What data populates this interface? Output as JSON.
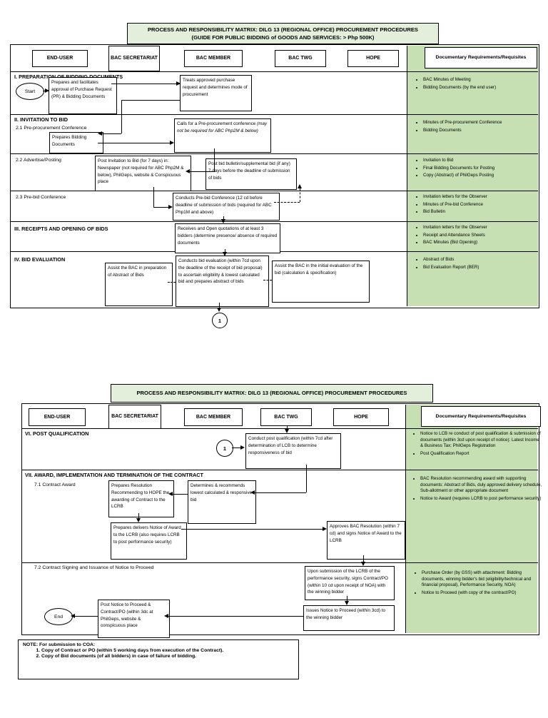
{
  "colors": {
    "requirements_column_fill": "#c6e0b4",
    "title_fill": "#e3efda",
    "line_color": "#000000"
  },
  "p1": {
    "title1": "PROCESS AND RESPONSIBILITY MATRIX: DILG 13 (REGIONAL OFFICE) PROCUREMENT PROCEDURES",
    "title2": "(GUIDE FOR PUBLIC BIDDING of GOODS AND SERVICES: > Php 500K)",
    "headers": {
      "end_user": "END-USER",
      "bac_secretariat": "BAC SECRETARIAT",
      "bac_member": "BAC MEMBER",
      "bac_twg": "BAC TWG",
      "hope": "HOPE",
      "doc_req": "Documentary Requirements/Requisites"
    },
    "sections": {
      "s1": "I.   PREPARATION OF BIDDING DOCUMENTS",
      "s2": "II.   INVITATION TO BID",
      "s21": "2.1  Pre-procurement Conference",
      "s22": "2.2  Advertise/Posting",
      "s23": "2.3  Pre-bid Conference",
      "s3": "III.  RECEIPTS AND OPENING OF BIDS",
      "s4": "IV.  BID EVALUATION"
    },
    "start_label": "Start",
    "connector1": "1",
    "boxes": {
      "b1": "Prepares and facilitates approval of Purchase Request (PR) & Bidding Documents",
      "b2": "Treats approved purchase request and determines mode of procurement",
      "b3": "Prepares Bidding Documents",
      "b4a": "Calls for a Pre-procurement conference ",
      "b4b": "(may not be required for ABC Php2M & below)",
      "b5": "Post Invitation to Bid (for 7 days) in: Newspaper (not required for ABC Php2M & below), PhilGeps, website & Conspicuous place",
      "b6": "Post bid bulletin/supplemental bid (if any) 7 days before the deadline of submission of bids",
      "b7": "Conducts Pre-bid Conference (12 cd before deadline of submission of bids (required for ABC Php1M and above)",
      "b8": "Receives and Open quotations of at least 3 bidders (determine presence/ absence of required documents",
      "b9": "Assist the BAC in preparation of Abstract of Bids",
      "b10": "Conducts bid evaluation (within 7cd upon the deadline of the receipt of bid proposal) to ascertain eligibility & lowest calculated bid and prepares abstract of bids",
      "b11": "Assist the BAC in the initial evaluation of the bid (calculation & specification)"
    },
    "reqs": {
      "r1": [
        "BAC Minutes of Meeting",
        "Bidding Documents (by the end user)"
      ],
      "r2": [
        "Minutes of Pre-procurement Conference",
        "Bidding Documents"
      ],
      "r3": [
        "Invitation to Bid",
        "Final Bidding Documents for Posting",
        "Copy (Abstract) of PhilGeps Posting"
      ],
      "r4": [
        "Invitation letters for the Observer",
        "Minutes of Pre-bid Conference",
        "Bid Bulletin"
      ],
      "r5": [
        "Invitation letters for the Observer",
        "Receipt and Attendance Sheets",
        "BAC Minutes (Bid Opening)"
      ],
      "r6": [
        "Abstract of Bids",
        "Bid Evaluation Report (BER)"
      ]
    }
  },
  "p2": {
    "title": "PROCESS AND RESPONSIBILITY MATRIX: DILG 13 (REGIONAL OFFICE) PROCUREMENT PROCEDURES",
    "headers": {
      "end_user": "END-USER",
      "bac_secretariat": "BAC SECRETARIAT",
      "bac_member": "BAC MEMBER",
      "bac_twg": "BAC TWG",
      "hope": "HOPE",
      "doc_req": "Documentary Requirements/Requisites"
    },
    "sections": {
      "s6": "VI.  POST QUALIFICATION",
      "s7": "VII. AWARD, IMPLEMENTATION AND TERMINATION OF THE CONTRACT",
      "s71": "7.1  Contract Award",
      "s72": "7.2  Contract Signing and Issuance of Notice to Proceed"
    },
    "connector1": "1",
    "end_label": "End",
    "boxes": {
      "c1": "Conduct post qualification (within 7cd after determination of LCB to determine responsiveness of bid",
      "c2": "Prepares Resolution Recommending to HOPE the awarding of Contract to the LCRB",
      "c3": "Determines & recommends lowest calculated & responsive bid",
      "c4": "Prepares delivers Notice of Award to the LCRB (also requires LCRB to post performance security)",
      "c5": "Approves BAC Resolution (within 7 cd) and signs Notice of Award to the LCRB",
      "c6": "Upon submission of the LCRB of the performance security, signs Contract/PO (within 10 cd upon receipt of NOA) with the winning bidder",
      "c7": "Issues Notice to Proceed (within 3cd) to the winning bidder",
      "c8": "Post Notice to Proceed & Contract/PO (within 3dc at PhilGeps, website & conspicuous place"
    },
    "reqs": {
      "q1": [
        "Notice to LCB re conduct of post qualification & submission of documents (within 3cd upon receipt of notice):  Latest Income & Business Tax; PhilGeps Registration",
        "Post Qualification Report"
      ],
      "q2": [
        "BAC Resolution recommending award with supporting documents:  Abstract of Bids, duly approved delivery schedule, Sub-allotment or other appropriate document",
        "Notice to Award (requires LCRB to post performance security)"
      ],
      "q3": [
        "Purchase Order (by GSS) with attachment: Bidding documents, winning bidder's bid (eligibility/technical and financial proposal), Performance Security, NOA)",
        "Notice to Proceed (with copy of the contract/PO)"
      ]
    }
  },
  "note": {
    "title": "NOTE: For submission to COA:",
    "items": [
      "Copy of Contract or PO (within 5 working days from execution of the Contract).",
      "Copy of Bid documents (of all bidders) in case of failure of bidding."
    ]
  }
}
